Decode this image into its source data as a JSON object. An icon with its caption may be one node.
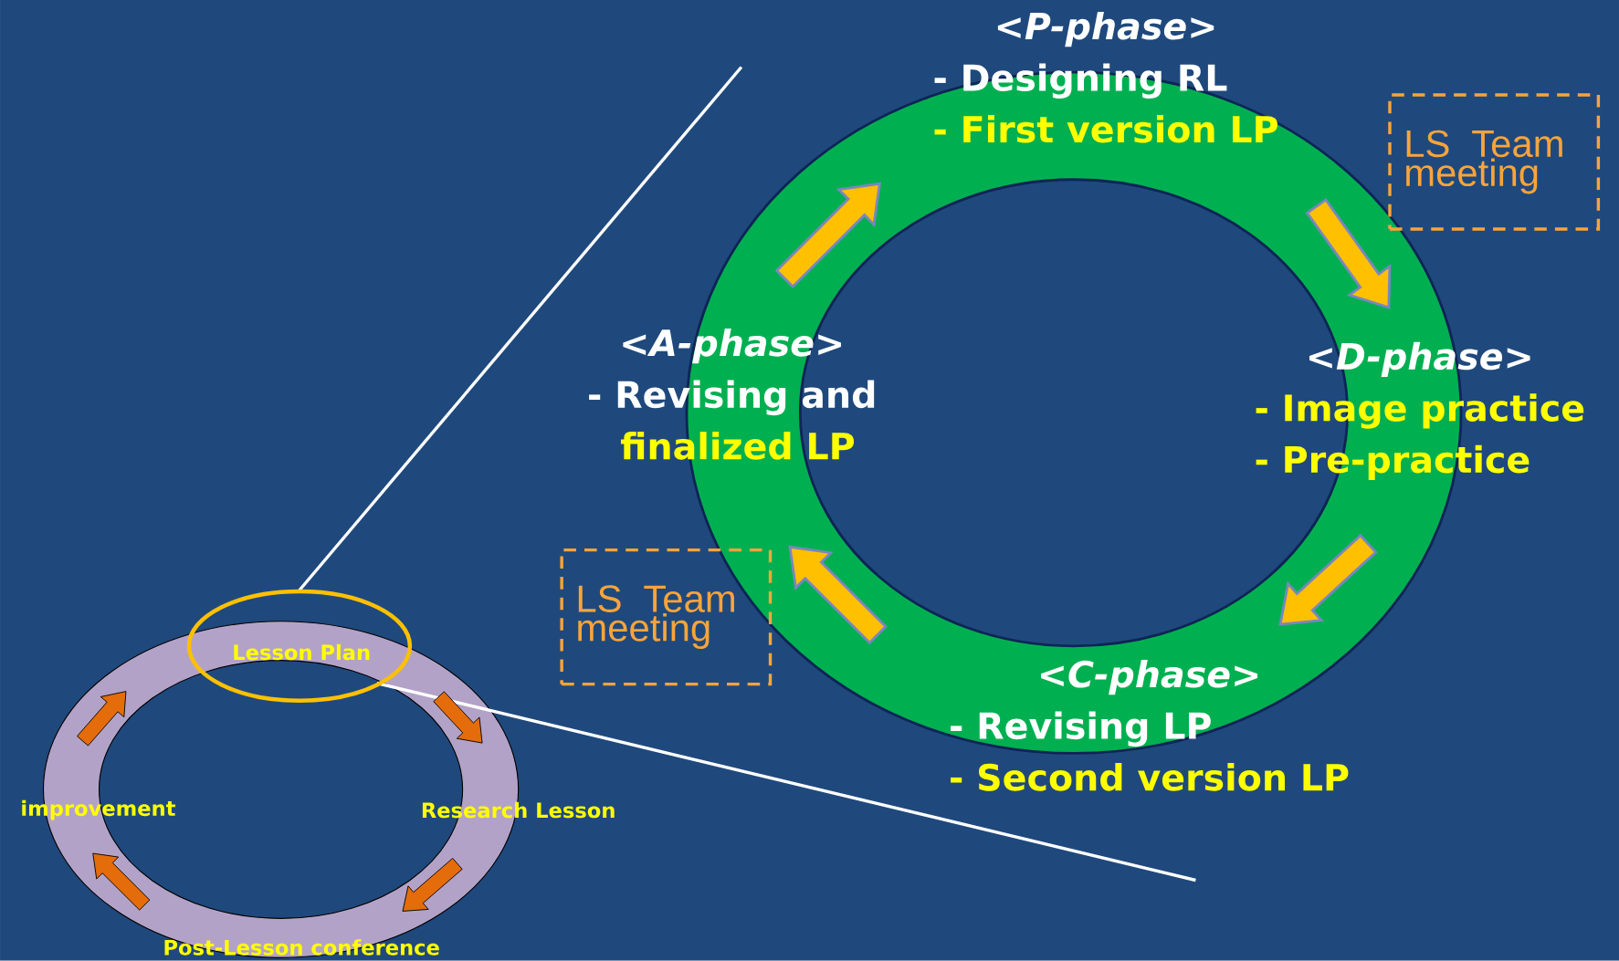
{
  "diagram": {
    "nodes": [
      {
        "text": [
          "<P-phase>",
          "- Designing RL",
          "- First version LP"
        ]
      },
      {
        "text": [
          "<D-phase>",
          "- Image practice",
          "- Pre-practice"
        ]
      },
      {
        "text": [
          "<C-phase>",
          "- Revising LP",
          "- Second version LP"
        ]
      },
      {
        "text": [
          "<A-phase>",
          "- Revising and",
          "finalized LP"
        ]
      },
      {
        "text": [
          "Lesson Plan"
        ]
      },
      {
        "text": [
          "Research Lesson"
        ]
      },
      {
        "text": [
          "Post-Lesson conference"
        ]
      },
      {
        "text": [
          "improvement"
        ]
      },
      {
        "text": [
          "LS Team meeting"
        ]
      },
      {
        "text": [
          "LS Team meeting"
        ]
      }
    ],
    "edges": [
      {
        "from": 0,
        "to": 1,
        "arrow": "to"
      },
      {
        "from": 1,
        "to": 2,
        "arrow": "to"
      },
      {
        "from": 2,
        "to": 3,
        "arrow": "to"
      },
      {
        "from": 3,
        "to": 0,
        "arrow": "to"
      },
      {
        "from": 4,
        "to": 5,
        "arrow": "to"
      },
      {
        "from": 5,
        "to": 6,
        "arrow": "to"
      },
      {
        "from": 6,
        "to": 7,
        "arrow": "to"
      },
      {
        "from": 7,
        "to": 4,
        "arrow": "to"
      }
    ]
  }
}
